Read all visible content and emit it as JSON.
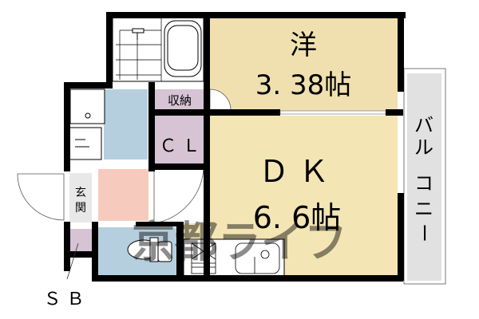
{
  "floor_plan": {
    "rooms": {
      "western_room": {
        "name": "洋",
        "size": "3.38帖",
        "size_display": "3. 38帖"
      },
      "dining_kitchen": {
        "name": "ＤＫ",
        "name_display": "Ｄ Ｋ",
        "size": "6.6帖",
        "size_display": "6. 6帖"
      },
      "storage": {
        "name": "収納"
      },
      "closet": {
        "name": "ＣＬ",
        "name_display": "Ｃ Ｌ"
      },
      "entrance": {
        "name": "玄関",
        "chars": [
          "玄",
          "関"
        ]
      },
      "balcony": {
        "name": "バルコニー",
        "chars": [
          "バ",
          "ル",
          "コ",
          "ニ",
          "ー"
        ]
      },
      "shoe_box": {
        "name": "ＳＢ",
        "name_display": "Ｓ Ｂ"
      }
    },
    "watermark": "京都ライフ",
    "colors": {
      "western_room": "#f0e0b0",
      "dining_kitchen": "#f3e5b4",
      "closet": "#d6c3d4",
      "wet_area": "#b6cfde",
      "entrance_hall": "#f6cbbd",
      "balcony": "#e1e1e1",
      "entrance_floor": "#e8e8e8",
      "wall": "#000000"
    }
  }
}
